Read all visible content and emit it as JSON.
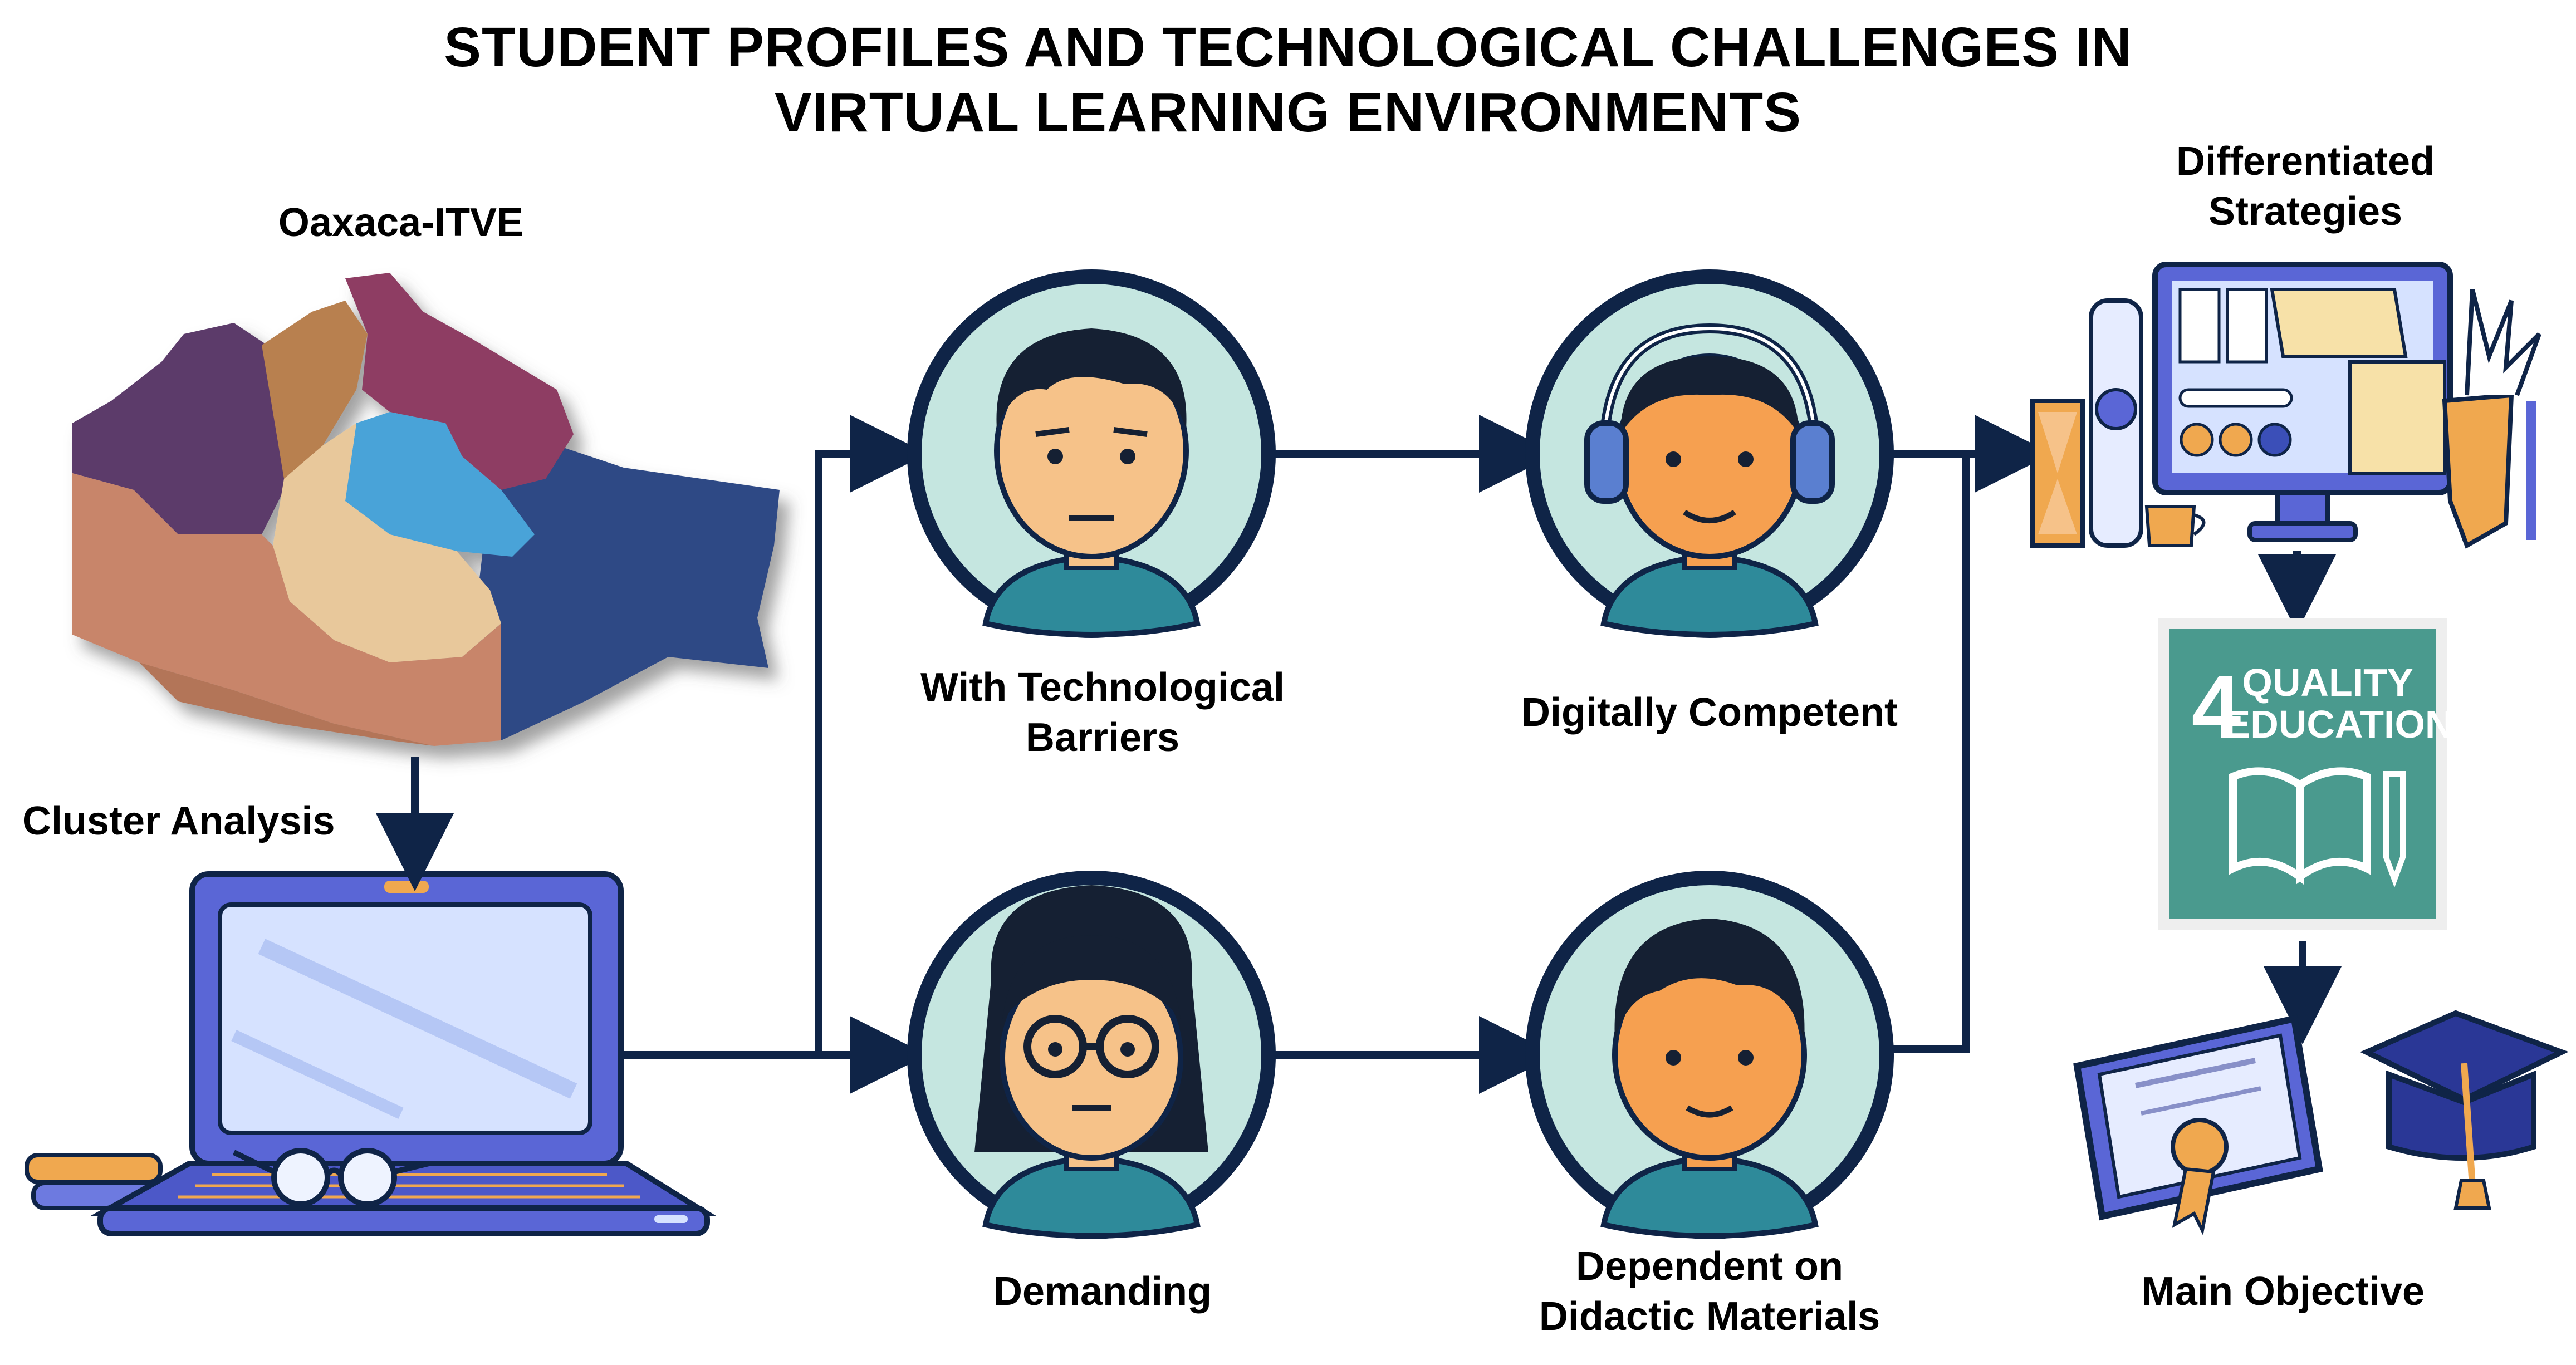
{
  "title": {
    "line1": "STUDENT PROFILES AND TECHNOLOGICAL CHALLENGES IN",
    "line2": "VIRTUAL LEARNING ENVIRONMENTS"
  },
  "map": {
    "label": "Oaxaca-ITVE"
  },
  "analysis": {
    "label": "Cluster Analysis"
  },
  "profiles": {
    "barriers": {
      "line1": "With Technological",
      "line2": "Barriers"
    },
    "competent": {
      "label": "Digitally Competent"
    },
    "demanding": {
      "label": "Demanding"
    },
    "dependent": {
      "line1": "Dependent on",
      "line2": "Didactic Materials"
    }
  },
  "strategies": {
    "line1": "Differentiated",
    "line2": "Strategies"
  },
  "sdg": {
    "number": "4",
    "line1": "QUALITY",
    "line2": "EDUCATION"
  },
  "objective": {
    "label": "Main Objective"
  },
  "colors": {
    "arrow": "#0f2447",
    "circle_fill": "#c5e6e0",
    "circle_stroke": "#0f2447",
    "skin": "#f6c289",
    "hair": "#152033",
    "laptop": "#5a66d6",
    "screen": "#d6e2ff",
    "sdg_green": "#4a9a8e",
    "map_purple": "#5b3a6b",
    "map_brown": "#b8804f",
    "map_plum": "#8e3e63",
    "map_blue": "#4aa3d8",
    "map_navy": "#2f4a85",
    "map_tan": "#e8c89b",
    "map_terra": "#c8856a"
  }
}
